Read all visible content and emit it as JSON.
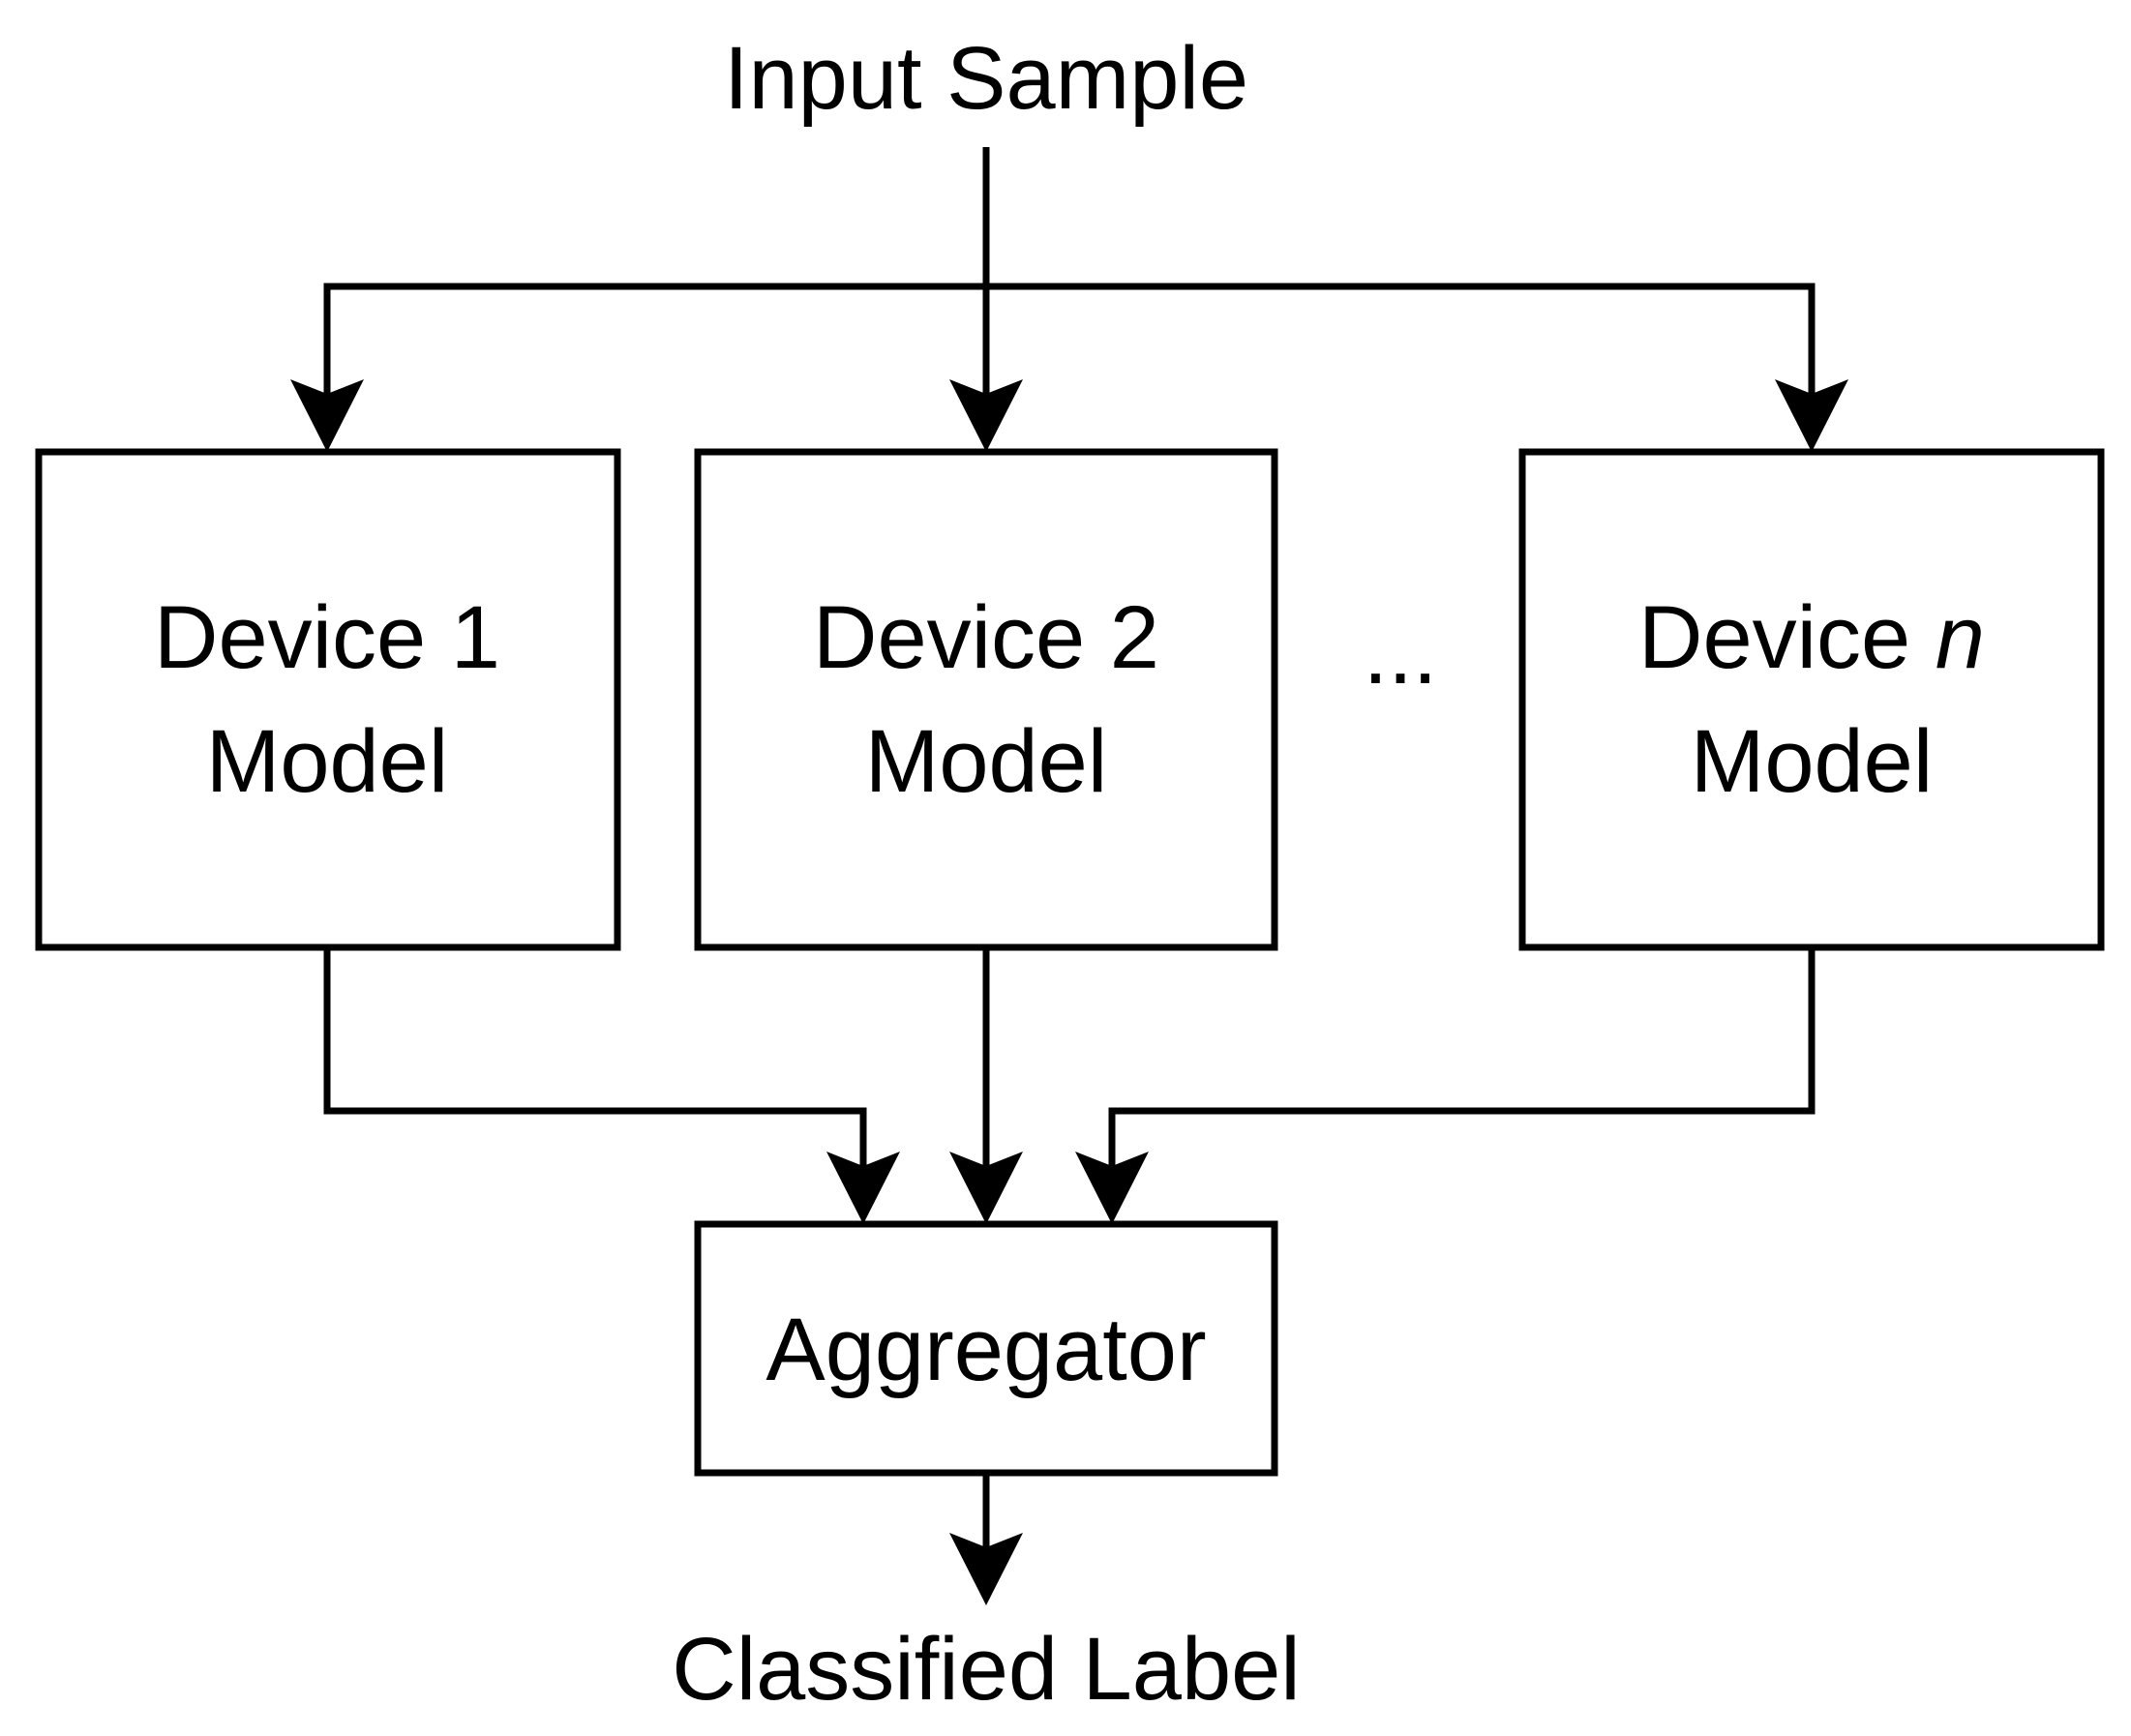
{
  "diagram": {
    "input_label": "Input Sample",
    "output_label": "Classified Label",
    "ellipsis": "...",
    "devices": [
      {
        "prefix": "Device ",
        "index": "1",
        "index_italic": false,
        "line2": "Model"
      },
      {
        "prefix": "Device ",
        "index": "2",
        "index_italic": false,
        "line2": "Model"
      },
      {
        "prefix": "Device ",
        "index": "n",
        "index_italic": true,
        "line2": "Model"
      }
    ],
    "aggregator_label": "Aggregator"
  }
}
